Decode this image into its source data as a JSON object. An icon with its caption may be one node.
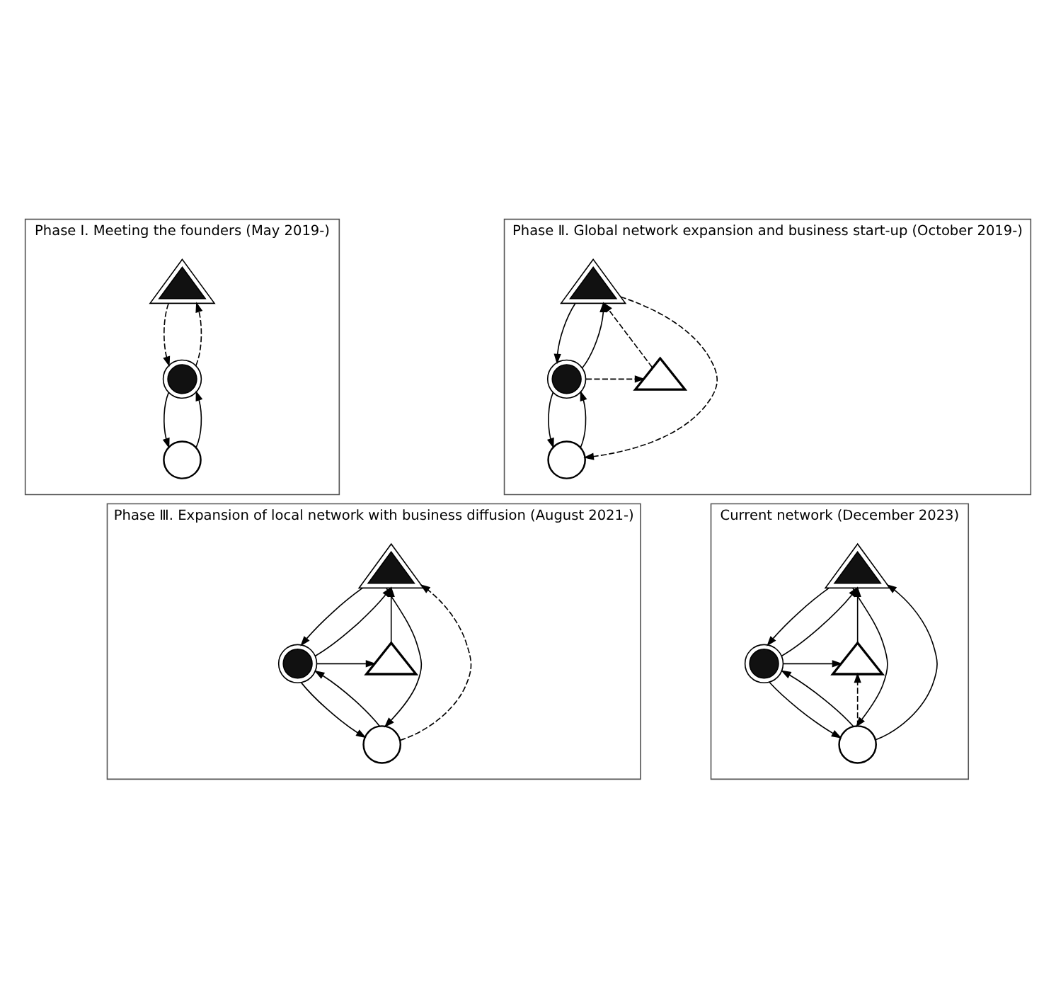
{
  "diagram": {
    "nodes": [
      {
        "text": [
          "Phase I. Meeting the founders (May 2019-)"
        ]
      },
      {
        "text": [],
        "shape": "doubletriangle",
        "in": 0
      },
      {
        "text": [],
        "shape": "doublecircle",
        "in": 0
      },
      {
        "text": [],
        "shape": "circle",
        "in": 0
      },
      {
        "text": [
          "Phase Ⅱ. Global network expansion and business start-up (October 2019-)"
        ]
      },
      {
        "text": [],
        "shape": "doubletriangle",
        "in": 4
      },
      {
        "text": [],
        "shape": "doublecircle",
        "in": 4
      },
      {
        "text": [],
        "shape": "triangle",
        "in": 4
      },
      {
        "text": [],
        "shape": "circle",
        "in": 4
      },
      {
        "text": [
          "Phase Ⅲ. Expansion of local network with business diffusion (August 2021-)"
        ]
      },
      {
        "text": [],
        "shape": "doubletriangle",
        "in": 9
      },
      {
        "text": [],
        "shape": "doublecircle",
        "in": 9
      },
      {
        "text": [],
        "shape": "triangle",
        "in": 9
      },
      {
        "text": [],
        "shape": "circle",
        "in": 9
      },
      {
        "text": [
          "Current network (December 2023)"
        ]
      },
      {
        "text": [],
        "shape": "doubletriangle",
        "in": 14
      },
      {
        "text": [],
        "shape": "doublecircle",
        "in": 14
      },
      {
        "text": [],
        "shape": "triangle",
        "in": 14
      },
      {
        "text": [],
        "shape": "circle",
        "in": 14
      }
    ],
    "edges": [
      {
        "from": 1,
        "to": 2,
        "arrow": "to",
        "style": "dashed"
      },
      {
        "from": 2,
        "to": 1,
        "arrow": "to",
        "style": "dashed"
      },
      {
        "from": 2,
        "to": 3,
        "arrow": "to"
      },
      {
        "from": 3,
        "to": 2,
        "arrow": "to"
      },
      {
        "from": 5,
        "to": 6,
        "arrow": "to"
      },
      {
        "from": 6,
        "to": 5,
        "arrow": "to"
      },
      {
        "from": 6,
        "to": 7,
        "arrow": "to",
        "style": "dashed"
      },
      {
        "from": 7,
        "to": 5,
        "arrow": "to",
        "style": "dashed"
      },
      {
        "from": 5,
        "to": 8,
        "arrow": "to",
        "style": "dashed"
      },
      {
        "from": 6,
        "to": 8,
        "arrow": "to"
      },
      {
        "from": 8,
        "to": 6,
        "arrow": "to"
      },
      {
        "from": 10,
        "to": 11,
        "arrow": "to"
      },
      {
        "from": 11,
        "to": 10,
        "arrow": "to"
      },
      {
        "from": 11,
        "to": 12,
        "arrow": "to"
      },
      {
        "from": 12,
        "to": 10,
        "arrow": "to"
      },
      {
        "from": 13,
        "to": 10,
        "arrow": "to",
        "style": "dashed"
      },
      {
        "from": 10,
        "to": 13,
        "arrow": "to"
      },
      {
        "from": 11,
        "to": 13,
        "arrow": "to"
      },
      {
        "from": 13,
        "to": 11,
        "arrow": "to"
      },
      {
        "from": 15,
        "to": 16,
        "arrow": "to"
      },
      {
        "from": 16,
        "to": 15,
        "arrow": "to"
      },
      {
        "from": 16,
        "to": 17,
        "arrow": "to"
      },
      {
        "from": 17,
        "to": 15,
        "arrow": "to"
      },
      {
        "from": 18,
        "to": 15,
        "arrow": "to"
      },
      {
        "from": 15,
        "to": 18,
        "arrow": "to"
      },
      {
        "from": 16,
        "to": 18,
        "arrow": "to"
      },
      {
        "from": 18,
        "to": 16,
        "arrow": "to"
      },
      {
        "from": 18,
        "to": 17,
        "arrow": "to",
        "style": "dashed"
      }
    ]
  }
}
